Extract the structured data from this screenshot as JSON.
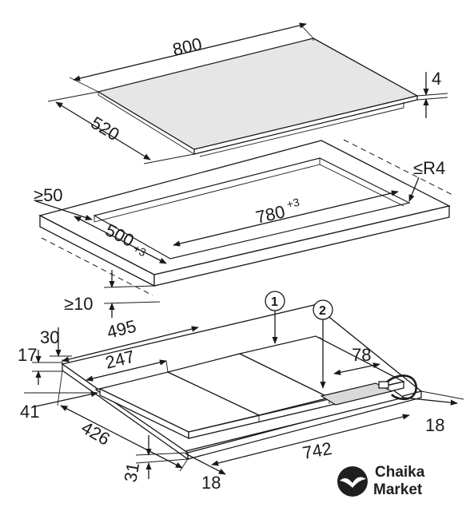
{
  "dimensions": {
    "width_800": "800",
    "depth_520": "520",
    "thickness_4": "4",
    "radius": "≤R4",
    "min_50": "≥50",
    "cutout_780": "780",
    "cutout_780_tol": "+3",
    "cutout_500": "500",
    "cutout_500_tol": "+3",
    "min_10": "≥10",
    "d_30": "30",
    "d_495": "495",
    "d_17": "17",
    "d_247": "247",
    "d_78": "78",
    "d_41": "41",
    "d_426": "426",
    "d_31": "31",
    "d_18_bottom": "18",
    "d_742": "742",
    "d_18_right": "18"
  },
  "callouts": {
    "c1": "1",
    "c2": "2"
  },
  "logo": {
    "line1": "Chaika",
    "line2": "Market",
    "icon": "seagull-icon"
  },
  "colors": {
    "glass": "#e6e6e6",
    "line": "#1a1a1a",
    "logo": "#1f1f1f"
  }
}
